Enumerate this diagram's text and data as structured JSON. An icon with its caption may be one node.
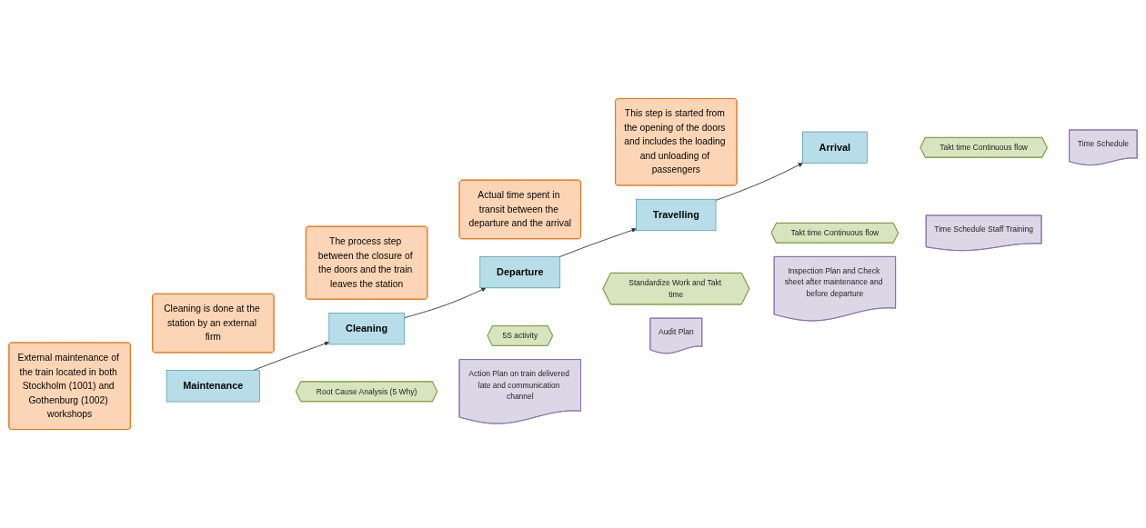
{
  "diagram": {
    "nodes": [
      {
        "text": [
          "External maintenance of the train located in both Stockholm (1001) and Gothenburg (1002) workshops"
        ]
      },
      {
        "text": [
          "Cleaning is done at the station by an external firm"
        ]
      },
      {
        "text": [
          "The process step between the closure of the doors and the train leaves the station"
        ]
      },
      {
        "text": [
          "Actual time spent in transit between the departure and the arrival"
        ]
      },
      {
        "text": [
          "This step is started from the opening of the doors and includes the loading and unloading of passengers"
        ]
      },
      {
        "text": [
          "Maintenance"
        ]
      },
      {
        "text": [
          "Cleaning"
        ]
      },
      {
        "text": [
          "Departure"
        ]
      },
      {
        "text": [
          "Travelling"
        ]
      },
      {
        "text": [
          "Arrival"
        ]
      },
      {
        "text": [
          "Root Cause Analysis (5 Why)"
        ]
      },
      {
        "text": [
          "5S activity"
        ]
      },
      {
        "text": [
          "Standardize Work and Takt time"
        ]
      },
      {
        "text": [
          "Takt time Continuous flow"
        ]
      },
      {
        "text": [
          "Takt time Continuous flow"
        ]
      },
      {
        "text": [
          "Action Plan on train delivered late and communication channel"
        ]
      },
      {
        "text": [
          "Audit Plan"
        ]
      },
      {
        "text": [
          "Inspection Plan and Check sheet after maintenance and before departure"
        ]
      },
      {
        "text": [
          "Time Schedule Staff Training"
        ]
      },
      {
        "text": [
          "Time Schedule"
        ]
      }
    ],
    "edges": [
      {
        "from": 5,
        "to": 6,
        "arrow": "to"
      },
      {
        "from": 6,
        "to": 7,
        "arrow": "to"
      },
      {
        "from": 7,
        "to": 8,
        "arrow": "to"
      },
      {
        "from": 8,
        "to": 9,
        "arrow": "to"
      }
    ]
  }
}
